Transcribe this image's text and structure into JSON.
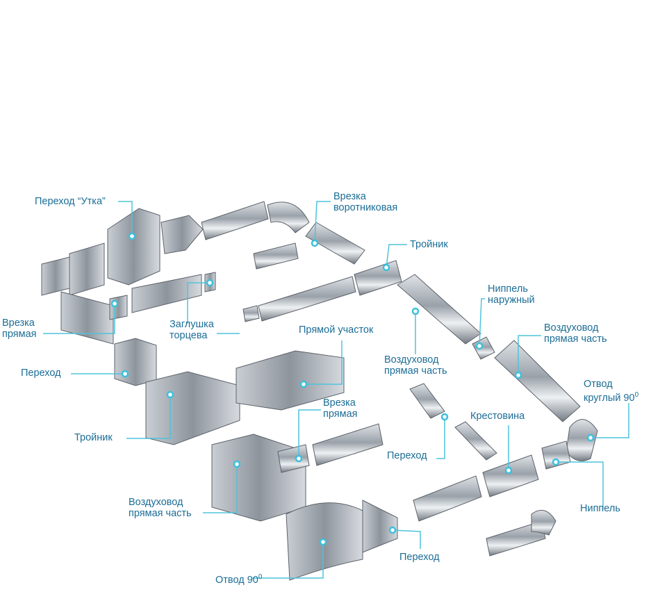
{
  "title": "Ventilation duct components",
  "accent_color": "#1b6d96",
  "line_color": "#4ec3dc",
  "labels": {
    "perehod_utka": "Переход “Утка”",
    "vrezka_vorot_1": "Врезка",
    "vrezka_vorot_2": "воротниковая",
    "troynik_round": "Тройник",
    "nippel_nar_1": "Ниппель",
    "nippel_nar_2": "наружный",
    "vozd_right_1": "Воздуховод",
    "vozd_right_2": "прямая часть",
    "vrezka_left_1": "Врезка",
    "vrezka_left_2": "прямая",
    "zaglushka_1": "Заглушка",
    "zaglushka_2": "торцева",
    "pryamoy": "Прямой участок",
    "vozd_mid_1": "Воздуховод",
    "vozd_mid_2": "прямая часть",
    "perehod_left": "Переход",
    "troynik_rect": "Тройник",
    "vrezka_mid_1": "Врезка",
    "vrezka_mid_2": "прямая",
    "otvod_round_1": "Отвод",
    "otvod_round_2": "круглый 90",
    "otvod_round_sup": "0",
    "krestovina": "Крестовина",
    "perehod_mid": "Переход",
    "vozd_bottom_1": "Воздуховод",
    "vozd_bottom_2": "прямая часть",
    "nippel": "Ниппель",
    "perehod_bottom": "Переход",
    "otvod_rect": "Отвод 90",
    "otvod_rect_sup": "0"
  }
}
